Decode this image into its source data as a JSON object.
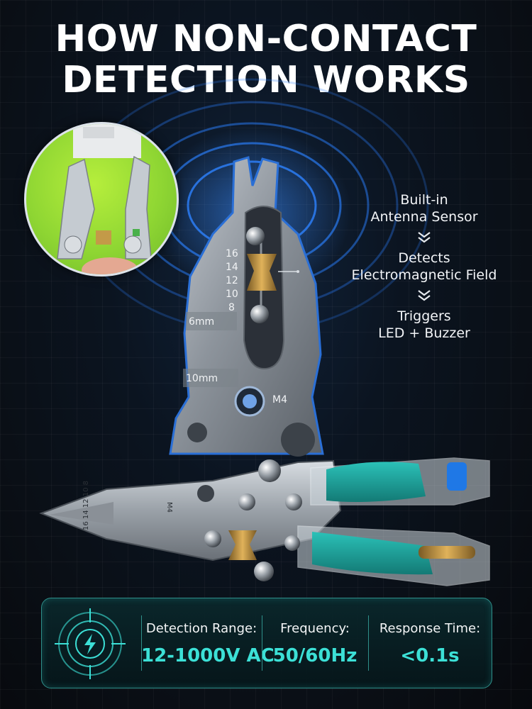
{
  "title": {
    "line1": "HOW NON-CONTACT",
    "line2": "DETECTION WORKS"
  },
  "steps": [
    {
      "line1": "Built-in",
      "line2": "Antenna Sensor"
    },
    {
      "line1": "Detects",
      "line2": "Electromagnetic Field"
    },
    {
      "line1": "Triggers",
      "line2": "LED + Buzzer"
    }
  ],
  "tool_markings": {
    "gauges": [
      "16",
      "14",
      "12",
      "10",
      "8"
    ],
    "size_6": "6mm",
    "size_10": "10mm",
    "bolt": "M4",
    "lower_gauges": "16 14 12 10 8",
    "lower_bolt": "M4"
  },
  "stats": [
    {
      "label": "Detection Range:",
      "value": "12-1000V AC"
    },
    {
      "label": "Frequency:",
      "value": "50/60Hz"
    },
    {
      "label": "Response Time:",
      "value": "<0.1s"
    }
  ],
  "colors": {
    "accent": "#3ce0d6",
    "panel_border": "#2f8f8a",
    "wave": "#2a7fff",
    "handle": "#1fa59e"
  },
  "icons": {
    "detector": "lightning-target-icon",
    "chevron": "double-chevron-down-icon"
  }
}
